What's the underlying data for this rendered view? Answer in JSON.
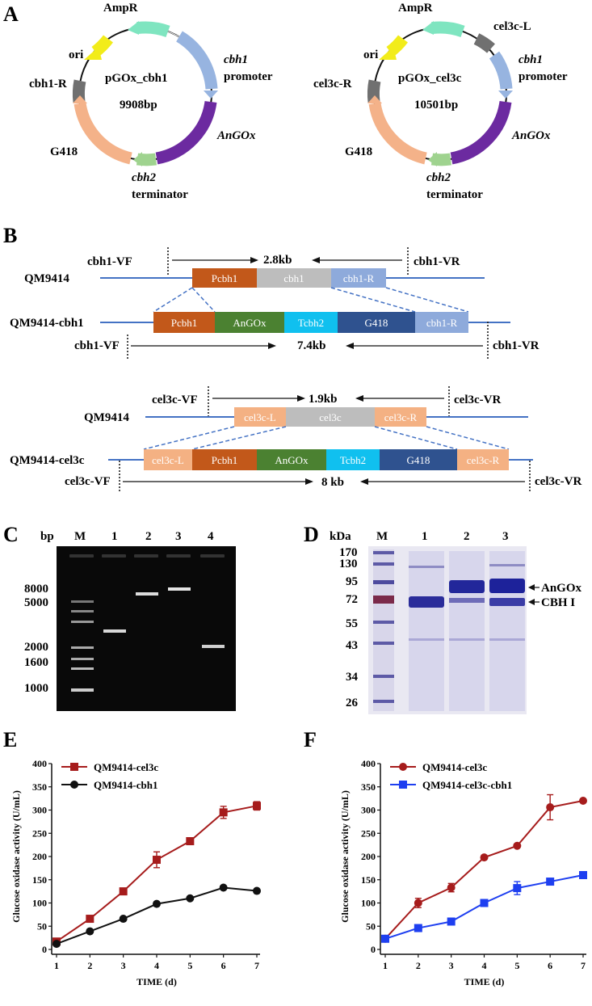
{
  "panels": {
    "A": "A",
    "B": "B",
    "C": "C",
    "D": "D",
    "E": "E",
    "F": "F"
  },
  "plasmid_cbh1": {
    "name": "pGOx_cbh1",
    "size": "9908bp",
    "labels": {
      "ampr": "AmpR",
      "ori": "ori",
      "cbh1_r": "cbh1-R",
      "cbh1": "cbh1",
      "promoter": "promoter",
      "angox": "AnGOx",
      "g418": "G418",
      "cbh2": "cbh2",
      "terminator": "terminator"
    }
  },
  "plasmid_cel3c": {
    "name": "pGOx_cel3c",
    "size": "10501bp",
    "labels": {
      "ampr": "AmpR",
      "cel3c_l": "cel3c-L",
      "ori": "ori",
      "cel3c_r": "cel3c-R",
      "cbh1": "cbh1",
      "promoter": "promoter",
      "angox": "AnGOx",
      "g418": "G418",
      "cbh2": "cbh2",
      "terminator": "terminator"
    }
  },
  "construct_cbh1": {
    "strain_wt": "QM9414",
    "strain_mut": "QM9414-cbh1",
    "vf": "cbh1-VF",
    "vr": "cbh1-VR",
    "size_wt": "2.8kb",
    "size_mut": "7.4kb",
    "wt_segments": [
      "Pcbh1",
      "cbh1",
      "cbh1-R"
    ],
    "mut_segments": [
      "Pcbh1",
      "AnGOx",
      "Tcbh2",
      "G418",
      "cbh1-R"
    ]
  },
  "construct_cel3c": {
    "strain_wt": "QM9414",
    "strain_mut": "QM9414-cel3c",
    "vf": "cel3c-VF",
    "vr": "cel3c-VR",
    "size_wt": "1.9kb",
    "size_mut": "8 kb",
    "wt_segments": [
      "cel3c-L",
      "cel3c",
      "cel3c-R"
    ],
    "mut_segments": [
      "cel3c-L",
      "Pcbh1",
      "AnGOx",
      "Tcbh2",
      "G418",
      "cel3c-R"
    ]
  },
  "gel": {
    "unit": "bp",
    "lanes": [
      "M",
      "1",
      "2",
      "3",
      "4"
    ],
    "markers": [
      "8000",
      "5000",
      "2000",
      "1600",
      "1000"
    ]
  },
  "sds": {
    "unit": "kDa",
    "lanes": [
      "M",
      "1",
      "2",
      "3"
    ],
    "markers": [
      "170",
      "130",
      "95",
      "72",
      "55",
      "43",
      "34",
      "26"
    ],
    "annotations": [
      "AnGOx",
      "CBH I"
    ]
  },
  "colors": {
    "ampr": "#7fe5c0",
    "ori": "#f2ec1a",
    "grey": "#707070",
    "promoter": "#97b4e0",
    "angox": "#6c2aa0",
    "cbh2": "#9fd38f",
    "g418": "#f4b289",
    "pcbh1": "#c2581a",
    "cbh1": "#bdbdbd",
    "cbh1r": "#8eaadb",
    "angox_box": "#4b8131",
    "tcbh2": "#10c0ef",
    "g418_box": "#2f528f",
    "cel3c_arm": "#f4b183",
    "line": "#4472c4",
    "red": "#a61c1c",
    "black": "#111111",
    "blue": "#1e3ff0"
  },
  "chart_data": [
    {
      "type": "line",
      "xlabel": "TIME (d)",
      "ylabel": "Glucose oxidase activity (U/mL)",
      "x": [
        1,
        2,
        3,
        4,
        5,
        6,
        7
      ],
      "xlim": [
        1,
        7
      ],
      "ylim": [
        0,
        400
      ],
      "yticks": [
        0,
        50,
        100,
        150,
        200,
        250,
        300,
        350,
        400
      ],
      "legend": "top-left",
      "series": [
        {
          "name": "QM9414-cel3c",
          "marker": "square",
          "color": "#a61c1c",
          "values": [
            17,
            66,
            125,
            193,
            233,
            295,
            309
          ],
          "errors": [
            3,
            3,
            4,
            17,
            7,
            13,
            9
          ]
        },
        {
          "name": "QM9414-cbh1",
          "marker": "circle",
          "color": "#111111",
          "values": [
            12,
            39,
            66,
            98,
            110,
            133,
            126
          ],
          "errors": [
            2,
            2,
            2,
            2,
            3,
            3,
            3
          ]
        }
      ]
    },
    {
      "type": "line",
      "xlabel": "TIME (d)",
      "ylabel": "Glucose oxidase activity (U/mL)",
      "x": [
        1,
        2,
        3,
        4,
        5,
        6,
        7
      ],
      "xlim": [
        1,
        7
      ],
      "ylim": [
        0,
        400
      ],
      "yticks": [
        0,
        50,
        100,
        150,
        200,
        250,
        300,
        350,
        400
      ],
      "legend": "top-left",
      "series": [
        {
          "name": "QM9414-cel3c",
          "marker": "circle",
          "color": "#a61c1c",
          "values": [
            23,
            100,
            133,
            198,
            223,
            306,
            320
          ],
          "errors": [
            3,
            10,
            9,
            3,
            3,
            27,
            3
          ]
        },
        {
          "name": "QM9414-cel3c-cbh1",
          "marker": "square",
          "color": "#1e3ff0",
          "values": [
            23,
            46,
            60,
            100,
            132,
            146,
            160
          ],
          "errors": [
            3,
            3,
            3,
            3,
            14,
            3,
            3
          ]
        }
      ]
    }
  ]
}
